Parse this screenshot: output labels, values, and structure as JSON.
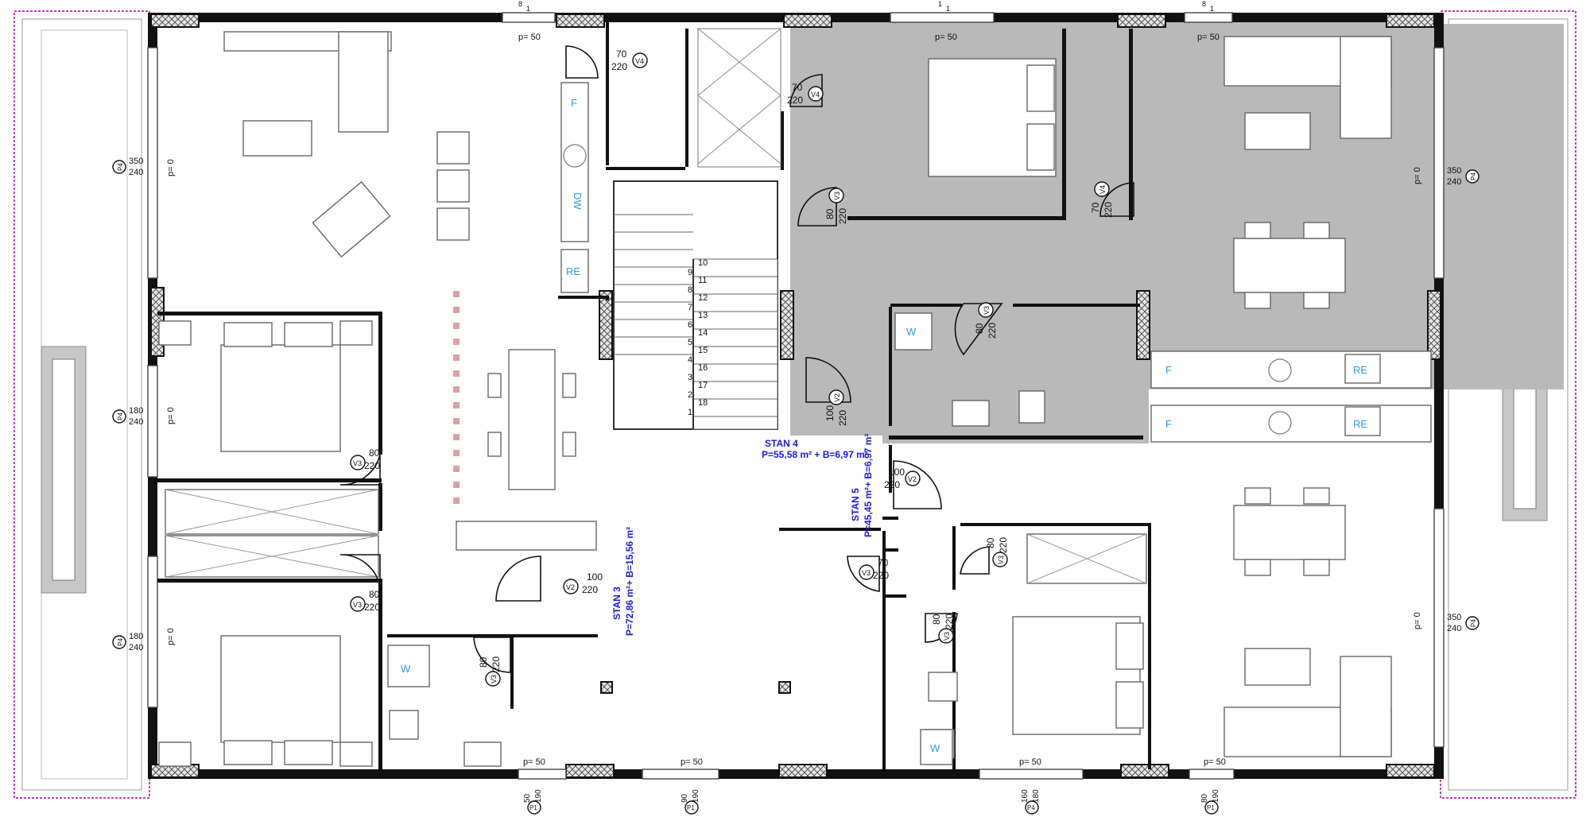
{
  "pressure_labels": {
    "top": [
      "p= 50",
      "p= 50",
      "p= 50"
    ],
    "bottom": [
      "p= 50",
      "p= 50",
      "p= 50",
      "p= 50"
    ],
    "left": [
      "p= 0",
      "p= 0",
      "p= 0"
    ],
    "right": [
      "p= 0",
      "p= 0"
    ]
  },
  "edge_windows": {
    "left": [
      {
        "tag": "P4",
        "w": "350",
        "h": "240"
      },
      {
        "tag": "P4",
        "w": "180",
        "h": "240"
      },
      {
        "tag": "P4",
        "w": "180",
        "h": "240"
      }
    ],
    "right": [
      {
        "tag": "P4",
        "w": "350",
        "h": "240"
      },
      {
        "tag": "P4",
        "w": "350",
        "h": "240"
      }
    ],
    "bottom": [
      {
        "tag": "P1",
        "w": "50",
        "h": "190"
      },
      {
        "tag": "P1",
        "w": "90",
        "h": "190"
      },
      {
        "tag": "P4",
        "w": "160",
        "h": "180"
      },
      {
        "tag": "P1",
        "w": "80",
        "h": "190"
      }
    ],
    "top": [
      "8",
      "1",
      "1",
      "1",
      "8",
      "1"
    ]
  },
  "doors": [
    {
      "tag": "V4",
      "w": "70",
      "h": "220"
    },
    {
      "tag": "V4",
      "w": "70",
      "h": "220"
    },
    {
      "tag": "V3",
      "w": "80",
      "h": "220"
    },
    {
      "tag": "V4",
      "w": "70",
      "h": "220"
    },
    {
      "tag": "V3",
      "w": "80",
      "h": "220"
    },
    {
      "tag": "V2",
      "w": "100",
      "h": "220"
    },
    {
      "tag": "V3",
      "w": "80",
      "h": "220"
    },
    {
      "tag": "V2",
      "w": "100",
      "h": "220"
    },
    {
      "tag": "V3",
      "w": "80",
      "h": "220"
    },
    {
      "tag": "V3",
      "w": "80",
      "h": "220"
    },
    {
      "tag": "V3",
      "w": "80",
      "h": "220"
    },
    {
      "tag": "V2",
      "w": "100",
      "h": "220"
    },
    {
      "tag": "V3",
      "w": "80",
      "h": "220"
    },
    {
      "tag": "V3",
      "w": "70",
      "h": "220"
    }
  ],
  "fixtures": {
    "fridge": "F",
    "dishwasher": "DW",
    "range": "RE",
    "washer": "W"
  },
  "stairs": [
    "9",
    "10",
    "8",
    "11",
    "7",
    "12",
    "6",
    "13",
    "5",
    "14",
    "4",
    "15",
    "3",
    "16",
    "2",
    "17",
    "1",
    "18"
  ],
  "apartments": {
    "stan3": {
      "name": "STAN 3",
      "area": "P=72,86 m²+ B=15,56 m²"
    },
    "stan4": {
      "name": "STAN 4",
      "area": "P=55,58 m² + B=6,97 m²"
    },
    "stan5": {
      "name": "STAN 5",
      "area": "P=45,45 m²+ B=6,97 m²"
    }
  },
  "colors": {
    "shaded_unit": "#b9b9b9",
    "area_text": "#1a1ad8",
    "fixture_text": "#2a9fe0",
    "balcony_edge": "#c040c0"
  }
}
